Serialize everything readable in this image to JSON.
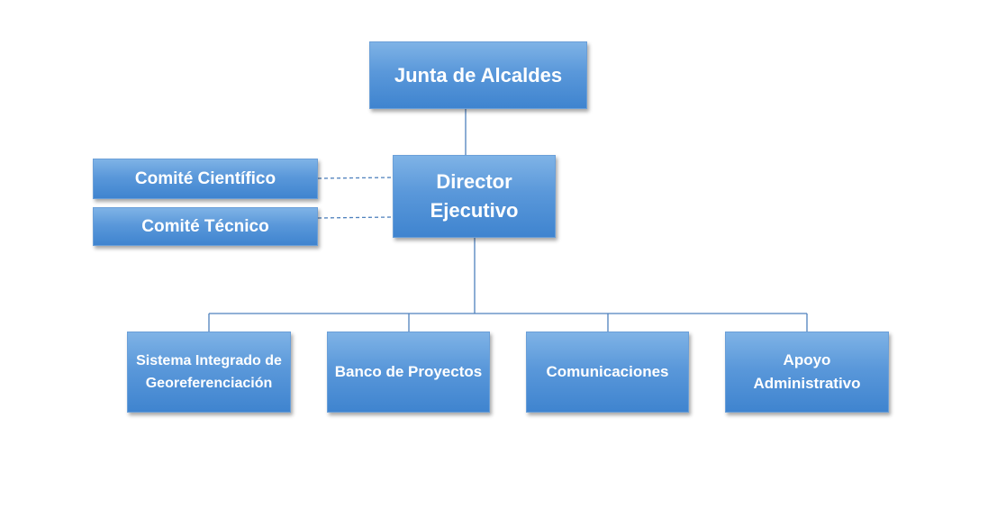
{
  "nodes": {
    "junta": "Junta de Alcaldes",
    "director": "Director\nEjecutivo",
    "comite_cientifico": "Comité Científico",
    "comite_tecnico": "Comité Técnico",
    "sistema": "Sistema Integrado de\nGeoreferenciación",
    "banco": "Banco de Proyectos",
    "comunicaciones": "Comunicaciones",
    "apoyo": "Apoyo\nAdministrativo"
  },
  "colors": {
    "box_fill": "#5a98da",
    "connector": "#4f81bd"
  }
}
